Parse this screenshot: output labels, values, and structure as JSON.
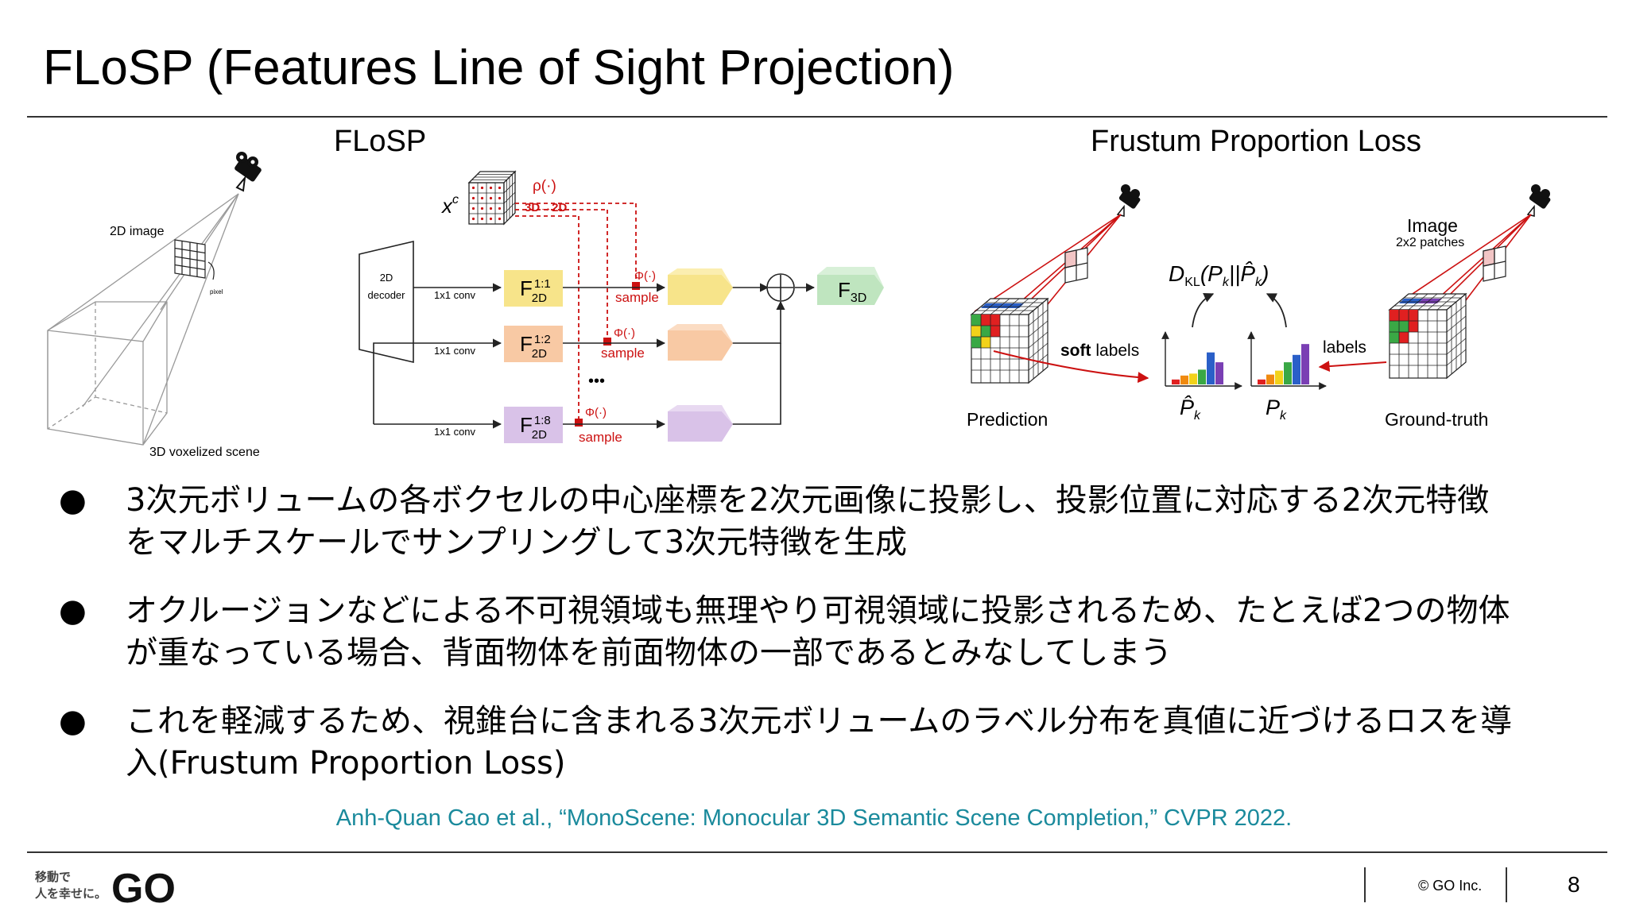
{
  "title": "FLoSP (Features Line of Sight Projection)",
  "diagram": {
    "left_heading": "FLoSP",
    "right_heading": "Frustum Proportion Loss",
    "camera_scene": {
      "image_label": "2D image",
      "pixel_label": "pixel",
      "scene_label": "3D voxelized scene"
    },
    "flosp": {
      "xc": "x",
      "xc_sup": "c",
      "rho": "ρ(·)",
      "proj": "3D→2D",
      "decoder_line1": "2D",
      "decoder_line2": "decoder",
      "conv": "1x1 conv",
      "f_main": "F",
      "f11_sup": "1:1",
      "f12_sup": "1:2",
      "f18_sup": "1:8",
      "f_sub": "2D",
      "phi": "Φ(·)",
      "sample": "sample",
      "dots": "•••",
      "f3d": "F",
      "f3d_sub": "3D"
    },
    "fpl": {
      "image": "Image",
      "patches": "2x2 patches",
      "dkl": "D",
      "dkl_sub": "KL",
      "dkl_args": "(P",
      "dkl_mid": "||P̂",
      "dkl_end": ")",
      "k": "k",
      "soft": "soft",
      "labels_word": "labels",
      "labels": "labels",
      "phat": "P̂",
      "p": "P",
      "prediction": "Prediction",
      "ground_truth": "Ground-truth"
    }
  },
  "bullets": [
    {
      "line1": "3次元ボリュームの各ボクセルの中心座標を2次元画像に投影し、投影位置に対応する2次元特徴",
      "line2": "をマルチスケールでサンプリングして3次元特徴を生成"
    },
    {
      "line1": "オクルージョンなどによる不可視領域も無理やり可視領域に投影されるため、たとえば2つの物体",
      "line2": "が重なっている場合、背面物体を前面物体の一部であるとみなしてしまう"
    },
    {
      "line1": "これを軽減するため、視錐台に含まれる3次元ボリュームのラベル分布を真値に近づけるロスを導",
      "line2": "入(Frustum Proportion Loss)"
    }
  ],
  "bullet_symbol": "●",
  "citation": "Anh-Quan Cao et al., “MonoScene: Monocular 3D Semantic Scene Completion,” CVPR 2022.",
  "footer": {
    "slogan1": "移動で",
    "slogan2": "人を幸せに。",
    "logo": "GO",
    "copyright": "© GO Inc.",
    "page": "8"
  },
  "colors": {
    "red": "#cc1111",
    "yellow": "#f7e48a",
    "peach": "#f8c9a4",
    "lilac": "#d9c2e8",
    "green": "#bfe5bf",
    "cite": "#1a8a9c",
    "bar_colors": [
      "#e02020",
      "#f08a10",
      "#f2d21a",
      "#3aa845",
      "#2a5fc8",
      "#7a3fb4"
    ]
  },
  "chart_data": [
    {
      "type": "bar",
      "name": "predicted",
      "values": [
        0.1,
        0.18,
        0.22,
        0.3,
        0.65,
        0.45
      ]
    },
    {
      "type": "bar",
      "name": "ground-truth",
      "values": [
        0.1,
        0.2,
        0.28,
        0.45,
        0.6,
        0.82
      ]
    }
  ]
}
